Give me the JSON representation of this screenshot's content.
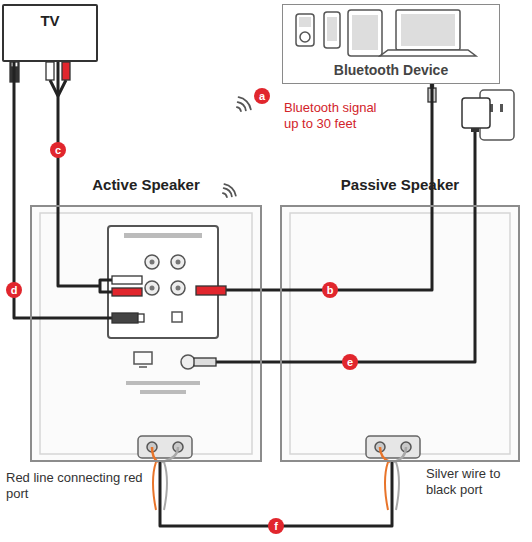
{
  "diagram": {
    "nodes": [
      {
        "text": [
          "TV"
        ]
      },
      {
        "text": [
          "Bluetooth Device"
        ]
      },
      {
        "text": [
          "Active Speaker"
        ]
      },
      {
        "text": [
          "Passive Speaker"
        ]
      }
    ],
    "edges": [
      {
        "from": 0,
        "to": 2,
        "arrow": "none",
        "label": "c"
      },
      {
        "from": 0,
        "to": 2,
        "arrow": "none",
        "label": "d"
      },
      {
        "from": 1,
        "to": 2,
        "arrow": "none",
        "label": "b"
      },
      {
        "from": 2,
        "to": 3,
        "arrow": "none",
        "label": "f"
      }
    ],
    "labels": [
      "a",
      "Bluetooth signal up to 30 feet",
      "e",
      "Red line connecting red port",
      "Silver wire to black port"
    ]
  }
}
